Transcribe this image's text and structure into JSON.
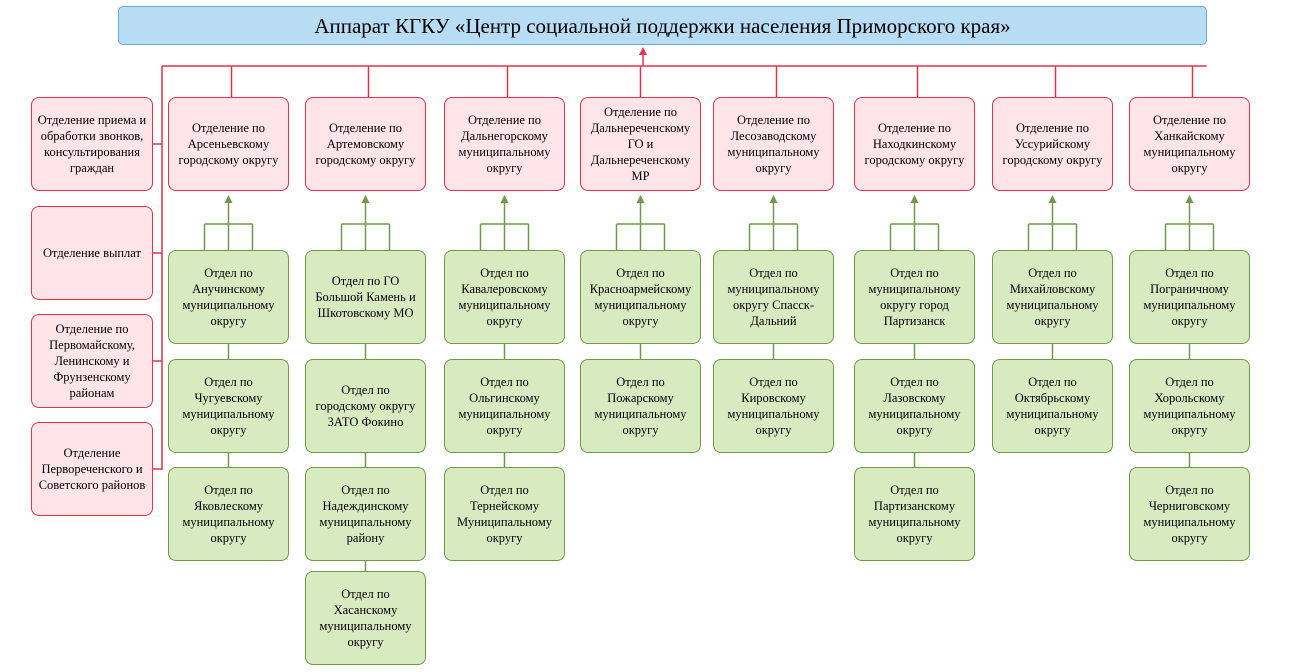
{
  "header": {
    "title": "Аппарат КГКУ «Центр социальной поддержки населения Приморского края»"
  },
  "side_departments": [
    {
      "label": "Отделение приема и обработки звонков, консультирования граждан"
    },
    {
      "label": "Отделение выплат"
    },
    {
      "label": "Отделение по Первомайскому, Ленинскому и Фрунзенскому районам"
    },
    {
      "label": "Отделение Первореченского и Советского районов"
    }
  ],
  "branches": [
    {
      "label": "Отделение по Арсеньевскому городскому округу",
      "units": [
        "Отдел по Анучинскому муниципальному округу",
        "Отдел по Чугуевскому муниципальному округу",
        "Отдел по Яковлескому муниципальному округу"
      ]
    },
    {
      "label": "Отделение по Артемовскому городскому округу",
      "units": [
        "Отдел по ГО Большой Камень и Шкотовскому МО",
        "Отдел по городскому округу ЗАТО Фокино",
        "Отдел по Надеждинскому муниципальному району",
        "Отдел по Хасанскому муниципальному округу"
      ]
    },
    {
      "label": "Отделение по Дальнегорскому муниципальному округу",
      "units": [
        "Отдел по Кавалеровскому муниципальному округу",
        "Отдел по Ольгинскому муниципальному округу",
        "Отдел по Тернейскому Муниципальному округу"
      ]
    },
    {
      "label": "Отделение по Дальнереченскому ГО и Дальнереченскому МР",
      "units": [
        "Отдел по Красноармейскому муниципальному округу",
        "Отдел по Пожарскому муниципальному округу"
      ]
    },
    {
      "label": "Отделение по Лесозаводскому муниципальному округу",
      "units": [
        "Отдел по муниципальному округу Спасск-Дальний",
        "Отдел по Кировскому муниципальному округу"
      ]
    },
    {
      "label": "Отделение по Находкинскому городскому округу",
      "units": [
        "Отдел по муниципальному округу город Партизанск",
        "Отдел по Лазовскому муниципальному округу",
        "Отдел по Партизанскому муниципальному округу"
      ]
    },
    {
      "label": "Отделение по Уссурийскому городскому округу",
      "units": [
        "Отдел по Михайловскому муниципальному округу",
        "Отдел по Октябрьскому муниципальному округу"
      ]
    },
    {
      "label": "Отделение по Ханкайскому муниципальному округу",
      "units": [
        "Отдел по Пограничному муниципальному округу",
        "Отдел по Хорольскому муниципальному округу",
        "Отдел по Черниговскому муниципальному округу"
      ]
    }
  ],
  "colors": {
    "title_fill": "#b8dcf3",
    "title_border": "#6fa7d6",
    "department_fill": "#ffe4ea",
    "department_border": "#e0344f",
    "unit_fill": "#d8ebc0",
    "unit_border": "#6f9a49",
    "red_line": "#e0344f",
    "green_line": "#6f9a49"
  }
}
